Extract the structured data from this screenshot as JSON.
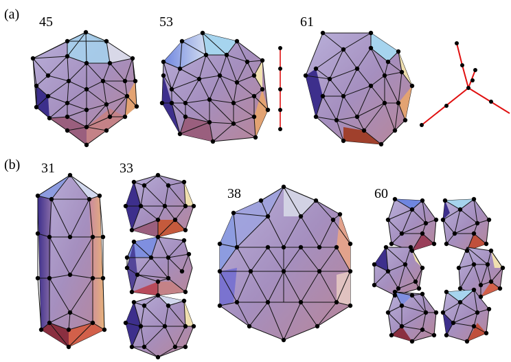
{
  "panels": [
    {
      "label": "(a)",
      "clusters": [
        {
          "id": "c45",
          "caption": "45"
        },
        {
          "id": "c53",
          "caption": "53"
        },
        {
          "id": "c61",
          "caption": "61"
        }
      ]
    },
    {
      "label": "(b)",
      "clusters": [
        {
          "id": "c31",
          "caption": "31"
        },
        {
          "id": "c33",
          "caption": "33"
        },
        {
          "id": "c38",
          "caption": "38"
        },
        {
          "id": "c60",
          "caption": "60"
        }
      ]
    }
  ],
  "colors": {
    "face_base": "#a58fc0",
    "face_light": "#c9bcd6",
    "face_dark": "#7a5f9c",
    "face_blue": "#7f8fe0",
    "face_pink": "#c98a9e",
    "face_orange": "#e0a070",
    "face_cyan": "#a8d8f0",
    "face_yellow": "#f0e4a8",
    "edge": "#111111",
    "node": "#000000",
    "graph_line": "#e01010"
  }
}
